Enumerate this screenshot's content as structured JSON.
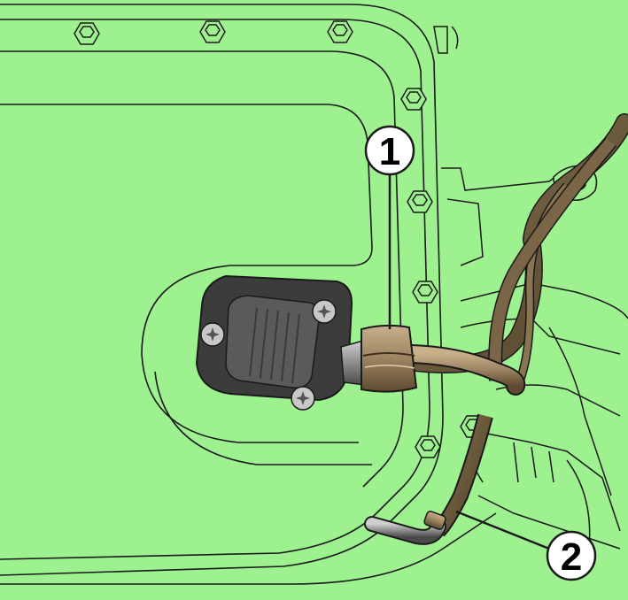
{
  "callouts": [
    {
      "id": "1",
      "label": "1"
    },
    {
      "id": "2",
      "label": "2"
    }
  ],
  "colors": {
    "background": "#9ef18f",
    "line": "#1a1a1a",
    "sensor_body": "#4a4a4a",
    "sensor_face": "#5e5e5e",
    "cable": "#6b5a3e",
    "cable_light": "#a89270",
    "callout_fill": "#ffffff"
  }
}
